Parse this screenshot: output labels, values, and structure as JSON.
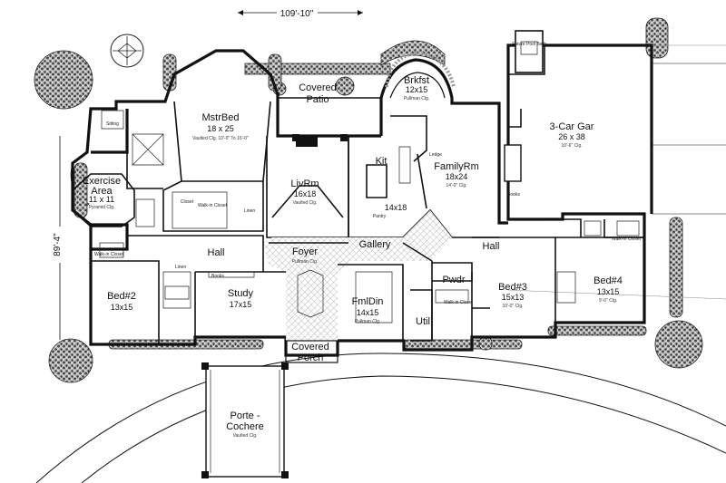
{
  "dimensions": {
    "width": "109'-10\"",
    "depth": "89'-4\""
  },
  "rooms": [
    {
      "key": "mstrbed",
      "name": "MstrBed",
      "dim": "18 x 25",
      "note": "Vaulted Clg. 10'-0\" To 16'-0\""
    },
    {
      "key": "patio",
      "name": "Covered Patio",
      "dim": "",
      "note": ""
    },
    {
      "key": "brkfst",
      "name": "Brkfst",
      "dim": "12x15",
      "note": "Pullman Clg."
    },
    {
      "key": "garage",
      "name": "3-Car Gar",
      "dim": "26 x 38",
      "note": "10'-6\" Clg."
    },
    {
      "key": "exercise",
      "name": "Exercise Area",
      "dim": "11 x 11",
      "note": "Pyramid Clg."
    },
    {
      "key": "livrm",
      "name": "LivRm",
      "dim": "16x18",
      "note": "Vaulted Clg."
    },
    {
      "key": "kit",
      "name": "Kit",
      "dim": "14x18",
      "note": ""
    },
    {
      "key": "familyrm",
      "name": "FamilyRm",
      "dim": "18x24",
      "note": "14'-0\" Clg."
    },
    {
      "key": "bed2",
      "name": "Bed#2",
      "dim": "13x15",
      "note": ""
    },
    {
      "key": "study",
      "name": "Study",
      "dim": "17x15",
      "note": ""
    },
    {
      "key": "foyer",
      "name": "Foyer",
      "dim": "",
      "note": "Pullman Clg."
    },
    {
      "key": "fmldin",
      "name": "FmlDin",
      "dim": "14x15",
      "note": "Pullman Clg."
    },
    {
      "key": "pwdr",
      "name": "Pwdr",
      "dim": "",
      "note": ""
    },
    {
      "key": "util",
      "name": "Util",
      "dim": "",
      "note": ""
    },
    {
      "key": "bed3",
      "name": "Bed#3",
      "dim": "15x13",
      "note": "10'-0\" Clg."
    },
    {
      "key": "bed4",
      "name": "Bed#4",
      "dim": "13x15",
      "note": "9'-0\" Clg."
    },
    {
      "key": "porch",
      "name": "Covered Porch",
      "dim": "",
      "note": ""
    },
    {
      "key": "cochere",
      "name": "Porte - Cochere",
      "dim": "",
      "note": "Vaulted Clg."
    }
  ],
  "halls": {
    "west": "Hall",
    "east": "Hall",
    "gallery": "Gallery"
  },
  "small_labels": {
    "closet": "Closet",
    "walkin": "Walk-in Closet",
    "linen": "Linen",
    "books": "Books",
    "ledge": "Ledge",
    "pantry": "Pantry",
    "porch": "Porch",
    "future_bath": "Future Pool Bath",
    "sitting": "Sitting"
  }
}
